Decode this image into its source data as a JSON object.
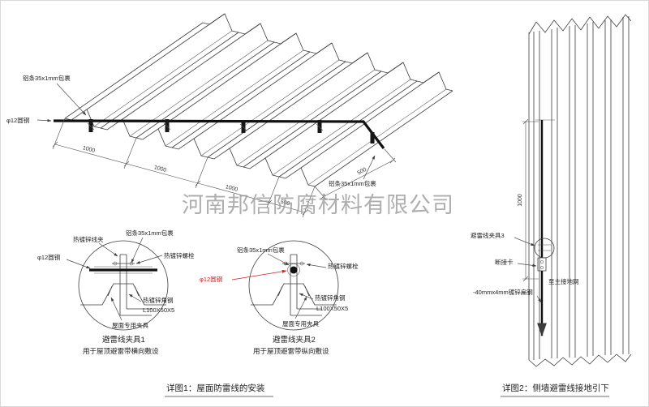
{
  "watermark": "河南邦信防腐材料有限公司",
  "roof": {
    "label_strip_top": "铝条35x1mm包裹",
    "label_strip_right": "铝条35x1mm包裹",
    "label_round_steel": "φ12圆钢",
    "dims": [
      "1000",
      "1000",
      "1000",
      "500"
    ],
    "dim_side": "500"
  },
  "detail1": {
    "label_wire_clip": "热镀锌线夹",
    "label_strip": "铝条35x1mm包裹",
    "label_bolt": "热镀锌螺栓",
    "label_round_steel": "φ12圆钢",
    "label_angle_steel": "热镀锌角钢",
    "label_angle_spec": "L100X50X5",
    "label_roof_clamp": "屋面专用夹具",
    "title": "避雷线夹具1",
    "subtitle": "用于屋顶避雷带横向敷设"
  },
  "detail2": {
    "label_strip": "铝条35x1mm包裹",
    "label_bolt": "热镀锌螺栓",
    "label_round_steel": "φ12圆钢",
    "label_angle_steel": "热镀锌角钢",
    "label_angle_spec": "L100X50X5",
    "label_roof_clamp": "屋面专用夹具",
    "title": "避雷线夹具2",
    "subtitle": "用于屋顶避雷带纵向敷设"
  },
  "wall": {
    "dim_height": "1000",
    "label_clamp3": "避雷线夹具3",
    "label_disconnect": "断接卡",
    "label_to_ground": "至主接地网",
    "label_flat_steel": "-40mmx4mm镀锌扁钢"
  },
  "captions": {
    "fig1": "详图1：屋面防雷线的安装",
    "fig2": "详图2：侧墙避雷线接地引下"
  },
  "colors": {
    "line": "#3c3c3c",
    "accent_red": "#cc2222",
    "watermark": "#9d9d9d"
  }
}
